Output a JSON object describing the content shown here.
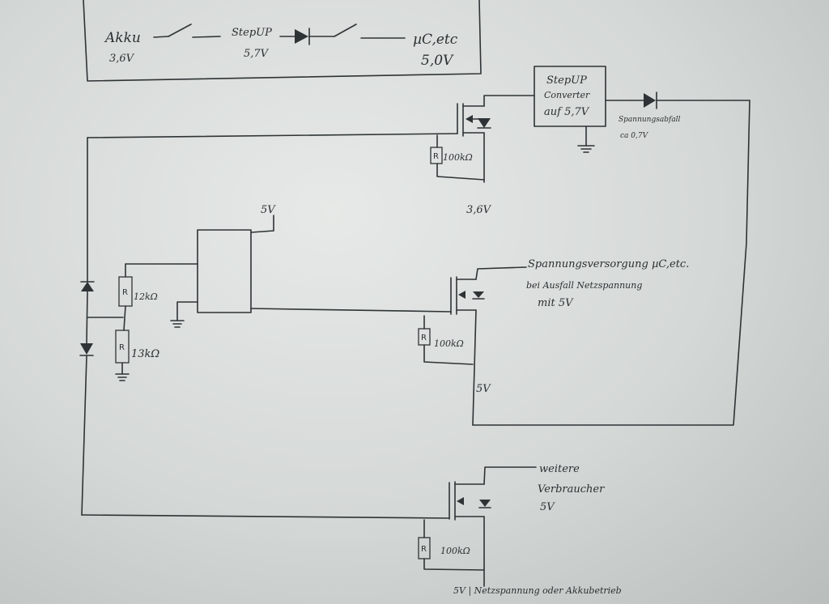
{
  "legend": {
    "akku": "Akku",
    "akku_v": "3,6V",
    "stepup": "StepUP",
    "stepup_v": "5,7V",
    "uc": "µC,etc",
    "uc_v": "5,0V"
  },
  "converter": {
    "line1": "StepUP",
    "line2": "Converter",
    "line3": "auf 5,7V"
  },
  "diode_note": {
    "line1": "Spannungsabfall",
    "line2": "ca 0,7V"
  },
  "top_mosfet": {
    "res": "100kΩ",
    "voltage": "3,6V"
  },
  "comparator": {
    "supply": "5V",
    "r_top": "12kΩ",
    "r_bottom": "13kΩ"
  },
  "mid_mosfet": {
    "res": "100kΩ",
    "voltage": "5V",
    "note1": "Spannungsversorgung µC,etc.",
    "note2": "bei Ausfall Netzspannung",
    "note3": "mit 5V"
  },
  "bot_mosfet": {
    "res": "100kΩ",
    "note1": "weitere",
    "note2": "Verbraucher",
    "note3": "5V",
    "bottom": "5V | Netzspannung oder Akkubetrieb"
  },
  "resistor_letter": "R"
}
